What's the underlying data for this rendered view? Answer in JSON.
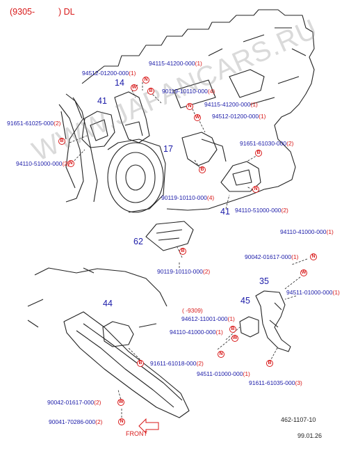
{
  "header": {
    "code": "(9305-",
    "model": ") DL"
  },
  "watermark": "WWW.JAPANCARS.RU",
  "callouts": {
    "c14": "14",
    "c41a": "41",
    "c17": "17",
    "c41b": "41",
    "c62": "62",
    "c35": "35",
    "c44": "44",
    "c45": "45"
  },
  "parts": {
    "p1": {
      "num": "94512-01200-000",
      "qty": "(1)"
    },
    "p2": {
      "num": "94115-41200-000",
      "qty": "(1)"
    },
    "p3": {
      "num": "90119-10110-000",
      "qty": "(4)"
    },
    "p4": {
      "num": "94115-41200-000",
      "qty": "(1)"
    },
    "p5": {
      "num": "94512-01200-000",
      "qty": "(1)"
    },
    "p6": {
      "num": "91651-61025-000",
      "qty": "(2)"
    },
    "p7": {
      "num": "94110-51000-000",
      "qty": "(2)"
    },
    "p8": {
      "num": "91651-61030-000",
      "qty": "(2)"
    },
    "p9": {
      "num": "90119-10110-000",
      "qty": "(4)"
    },
    "p10": {
      "num": "94110-51000-000",
      "qty": "(2)"
    },
    "p11": {
      "num": "90119-10110-000",
      "qty": "(2)"
    },
    "p12": {
      "num": "94110-41000-000",
      "qty": "(1)"
    },
    "p13": {
      "num": "90042-01617-000",
      "qty": "(1)"
    },
    "p14": {
      "num": "94511-01000-000",
      "qty": "(1)"
    },
    "p15": {
      "num": "94612-11001-000",
      "qty": "(1)"
    },
    "p16": {
      "num": "94110-41000-000",
      "qty": "(1)"
    },
    "p17": {
      "num": "94511-01000-000",
      "qty": "(1)"
    },
    "p18": {
      "num": "91611-61018-000",
      "qty": "(2)"
    },
    "p19": {
      "num": "91611-61035-000",
      "qty": "(3)"
    },
    "p20": {
      "num": "90042-01617-000",
      "qty": "(2)"
    },
    "p21": {
      "num": "90041-70286-000",
      "qty": "(2)"
    }
  },
  "date_range_note": "(   -9309)",
  "symbols": {
    "n": "N",
    "w": "W",
    "b": "B"
  },
  "front_label": "FRONT",
  "diagram_number": "462-1107-10",
  "date": "99.01.26"
}
